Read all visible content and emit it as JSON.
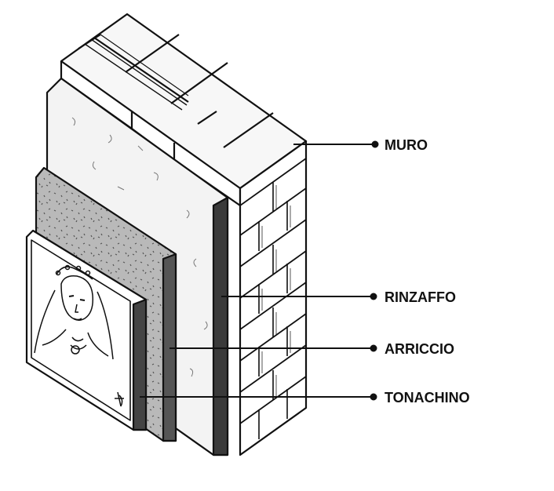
{
  "labels": {
    "muro": "MURO",
    "rinzaffo": "RINZAFFO",
    "arriccio": "ARRICCIO",
    "tonachino": "TONACHINO"
  },
  "colors": {
    "ink": "#111111",
    "paper": "#ffffff",
    "arriccio_fill": "#b9b9b9",
    "rinzaffo_fill": "#f3f3f3",
    "brick_top": "#f7f7f7",
    "dark_edge": "#3a3a3a"
  }
}
